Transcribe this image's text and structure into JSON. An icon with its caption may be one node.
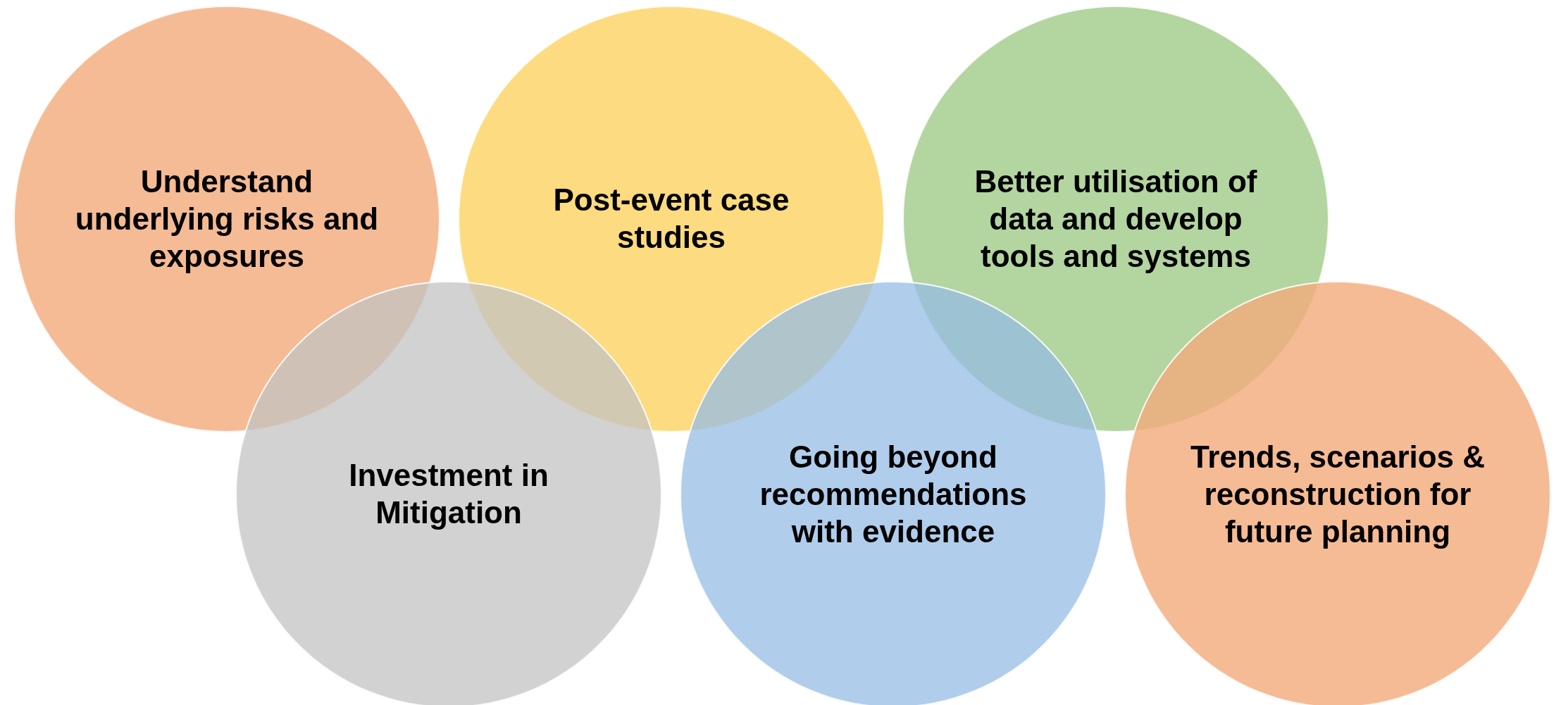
{
  "diagram": {
    "nodes": [
      {
        "text": [
          "Understand underlying risks and exposures"
        ]
      },
      {
        "text": [
          "Post-event case studies"
        ]
      },
      {
        "text": [
          "Better utilisation of data and develop tools and systems"
        ]
      },
      {
        "text": [
          "Investment in Mitigation"
        ]
      },
      {
        "text": [
          "Going beyond recommendations with evidence"
        ]
      },
      {
        "text": [
          "Trends, scenarios & reconstruction for future planning"
        ]
      }
    ]
  }
}
